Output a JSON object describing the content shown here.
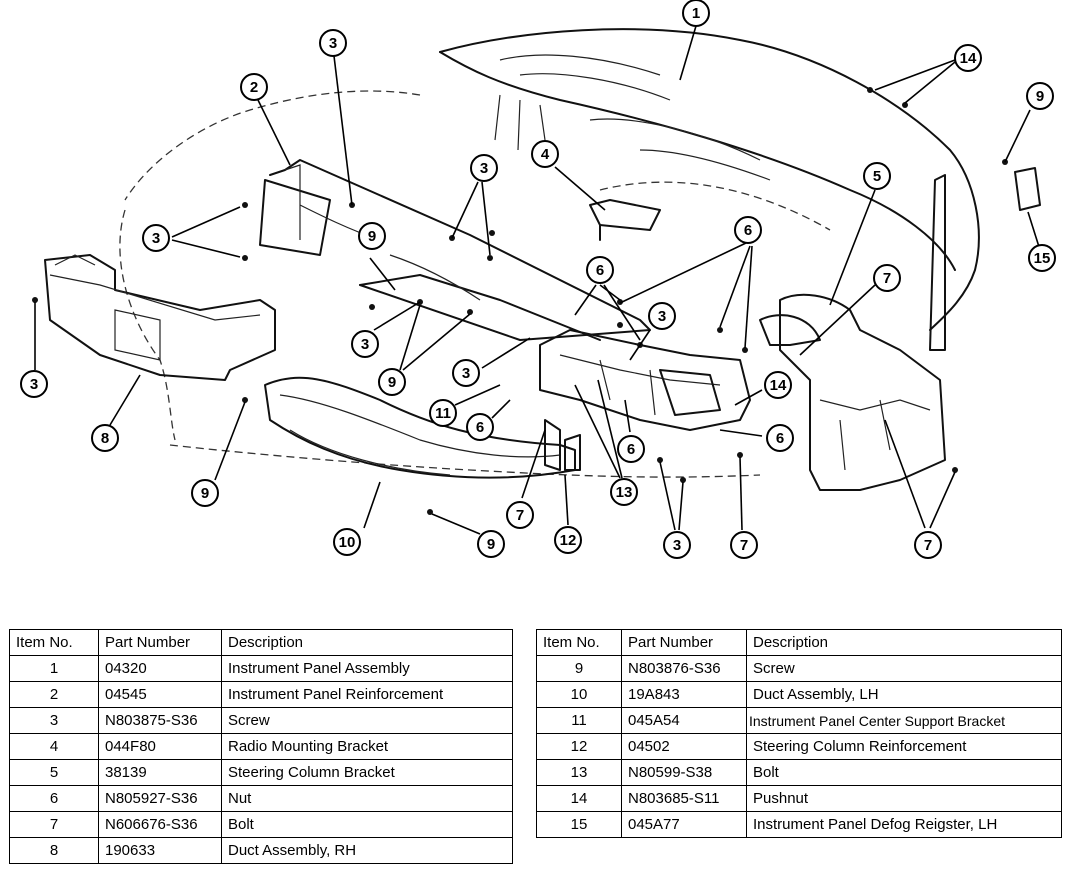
{
  "diagram": {
    "callouts": [
      "1",
      "2",
      "3",
      "3",
      "3",
      "3",
      "3",
      "3",
      "3",
      "3",
      "3",
      "4",
      "5",
      "6",
      "6",
      "6",
      "6",
      "6",
      "6",
      "7",
      "7",
      "7",
      "7",
      "7",
      "8",
      "9",
      "9",
      "9",
      "9",
      "9",
      "10",
      "11",
      "12",
      "13",
      "14",
      "14",
      "15"
    ]
  },
  "table": {
    "headers": [
      "Item No.",
      "Part Number",
      "Description"
    ],
    "left_rows": [
      {
        "item": "1",
        "part": "04320",
        "desc": "Instrument Panel Assembly"
      },
      {
        "item": "2",
        "part": "04545",
        "desc": "Instrument Panel Reinforcement"
      },
      {
        "item": "3",
        "part": "N803875-S36",
        "desc": "Screw"
      },
      {
        "item": "4",
        "part": "044F80",
        "desc": "Radio Mounting Bracket"
      },
      {
        "item": "5",
        "part": "38139",
        "desc": "Steering Column Bracket"
      },
      {
        "item": "6",
        "part": "N805927-S36",
        "desc": "Nut"
      },
      {
        "item": "7",
        "part": "N606676-S36",
        "desc": "Bolt"
      },
      {
        "item": "8",
        "part": "190633",
        "desc": "Duct Assembly, RH"
      }
    ],
    "right_rows": [
      {
        "item": "9",
        "part": "N803876-S36",
        "desc": "Screw"
      },
      {
        "item": "10",
        "part": "19A843",
        "desc": "Duct Assembly, LH"
      },
      {
        "item": "11",
        "part": "045A54",
        "desc": "Instrument Panel Center Support Bracket"
      },
      {
        "item": "12",
        "part": "04502",
        "desc": "Steering Column Reinforcement"
      },
      {
        "item": "13",
        "part": "N80599-S38",
        "desc": "Bolt"
      },
      {
        "item": "14",
        "part": "N803685-S11",
        "desc": "Pushnut"
      },
      {
        "item": "15",
        "part": "045A77",
        "desc": "Instrument Panel Defog Reigster, LH"
      }
    ]
  }
}
